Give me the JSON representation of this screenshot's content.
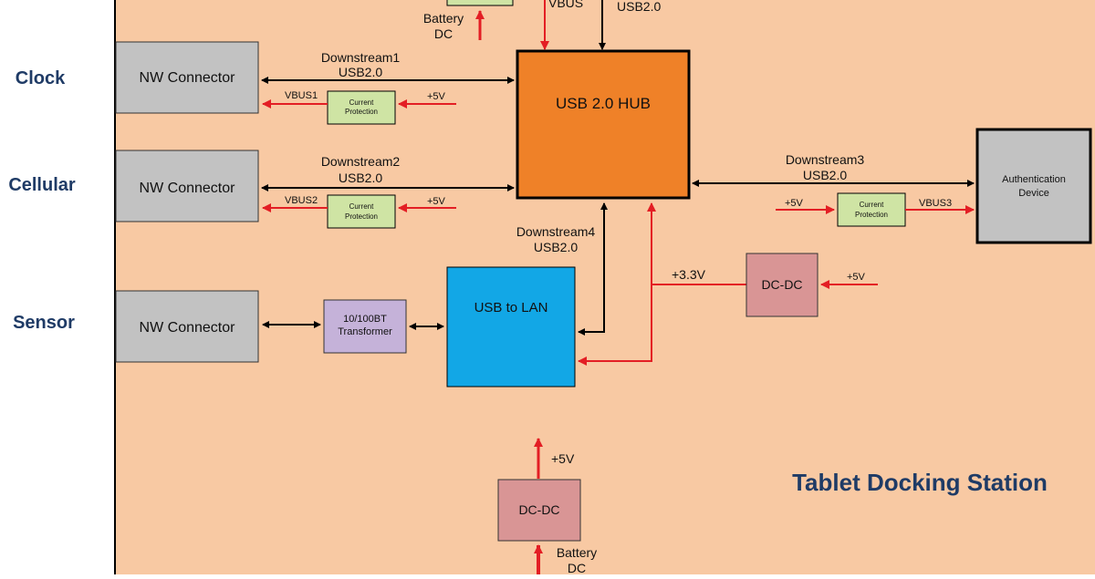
{
  "title": "Tablet Docking Station",
  "rows": {
    "clock": "Clock",
    "cellular": "Cellular",
    "sensor": "Sensor"
  },
  "connectors": {
    "nw1": "NW Connector",
    "nw2": "NW Connector",
    "nw3": "NW Connector"
  },
  "hub": "USB 2.0 HUB",
  "usb_to_lan": "USB to LAN",
  "transformer": [
    "10/100BT",
    "Transformer"
  ],
  "auth_device": [
    "Authentication",
    "Device"
  ],
  "current_protection": [
    "Current",
    "Protection"
  ],
  "dcdc": "DC-DC",
  "links": {
    "downstream1": [
      "Downstream1",
      "USB2.0"
    ],
    "downstream2": [
      "Downstream2",
      "USB2.0"
    ],
    "downstream3": [
      "Downstream3",
      "USB2.0"
    ],
    "downstream4": [
      "Downstream4",
      "USB2.0"
    ],
    "upstream": "USB2.0",
    "vbus": "VBUS",
    "vbus1": "VBUS1",
    "vbus2": "VBUS2",
    "vbus3": "VBUS3",
    "p5v": "+5V",
    "p33v": "+3.3V"
  },
  "battery_dc": [
    "Battery",
    "DC"
  ],
  "colors": {
    "background": "#f8c9a3",
    "hub": "#ef8128",
    "usb_lan": "#12a7e6",
    "connector": "#c2c2c2",
    "protection": "#cfe4a4",
    "transformer": "#c5b2d9",
    "dcdc": "#d99595",
    "power_arrow": "#e31e24",
    "title": "#1f3b66"
  }
}
